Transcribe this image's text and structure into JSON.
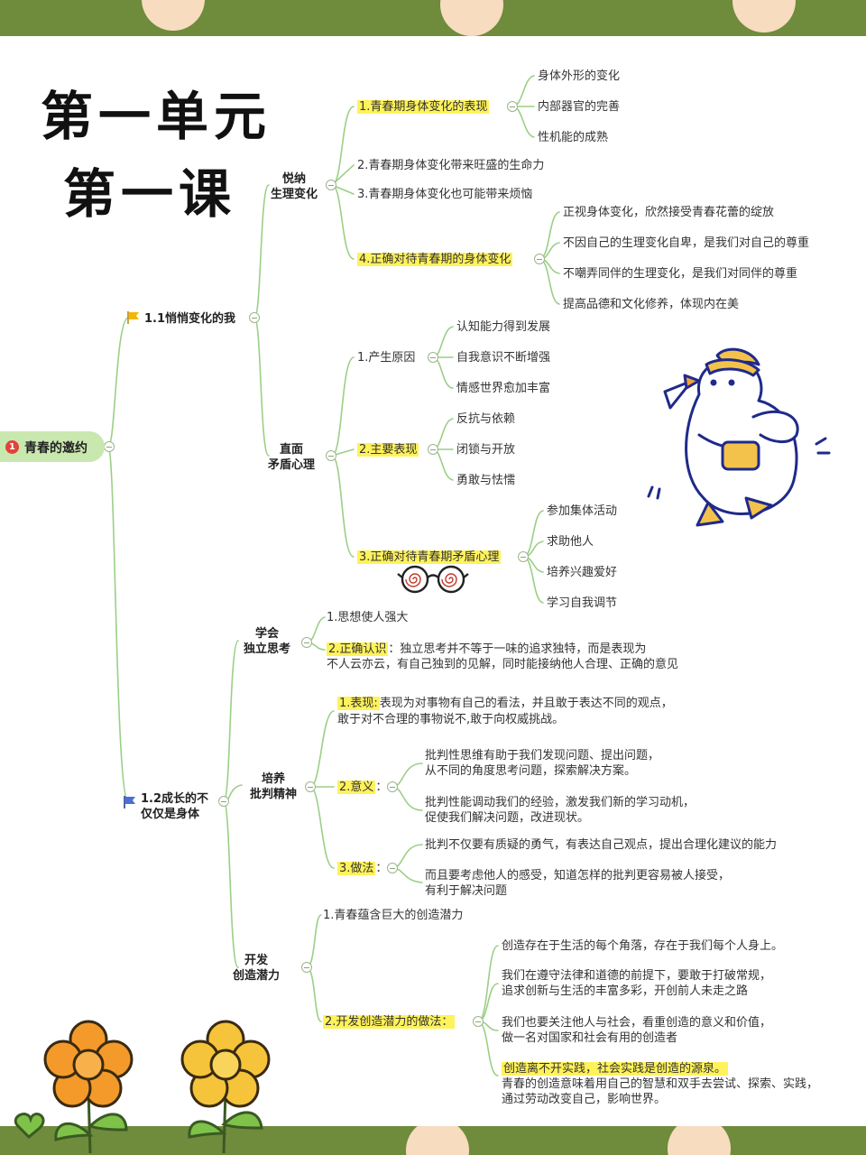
{
  "title": {
    "line1": "第一单元",
    "line2": "第一课"
  },
  "root": {
    "num": "1",
    "label": "青春的邀约"
  },
  "branch1": {
    "label": "1.1悄悄变化的我",
    "sub1": {
      "label_a": "悦纳",
      "label_b": "生理变化",
      "items": [
        {
          "label": "1.青春期身体变化的表现",
          "leaves": [
            "身体外形的变化",
            "内部器官的完善",
            "性机能的成熟"
          ]
        },
        {
          "label": "2.青春期身体变化带来旺盛的生命力"
        },
        {
          "label": "3.青春期身体变化也可能带来烦恼"
        },
        {
          "label": "4.正确对待青春期的身体变化",
          "leaves": [
            "正视身体变化，欣然接受青春花蕾的绽放",
            "不因自己的生理变化自卑，是我们对自己的尊重",
            "不嘲弄同伴的生理变化，是我们对同伴的尊重",
            "提高品德和文化修养，体现内在美"
          ]
        }
      ]
    },
    "sub2": {
      "label_a": "直面",
      "label_b": "矛盾心理",
      "items": [
        {
          "label": "1.产生原因",
          "leaves": [
            "认知能力得到发展",
            "自我意识不断增强",
            "情感世界愈加丰富"
          ]
        },
        {
          "label": "2.主要表现",
          "leaves": [
            "反抗与依赖",
            "闭锁与开放",
            "勇敢与怯懦"
          ]
        },
        {
          "label": "3.正确对待青春期矛盾心理",
          "leaves": [
            "参加集体活动",
            "求助他人",
            "培养兴趣爱好",
            "学习自我调节"
          ]
        }
      ]
    }
  },
  "branch2": {
    "label_a": "1.2成长的不",
    "label_b": "仅仅是身体",
    "sub1": {
      "label_a": "学会",
      "label_b": "独立思考",
      "item1": "1.思想使人强大",
      "item2_head": "2.正确认识",
      "item2_line1": "：独立思考并不等于一味的追求独特，而是表现为",
      "item2_line2": "不人云亦云，有自己独到的见解，同时能接纳他人合理、正确的意见"
    },
    "sub2": {
      "label_a": "培养",
      "label_b": "批判精神",
      "item1_head": "1.表现:",
      "item1_line1": "表现为对事物有自己的看法，并且敢于表达不同的观点，",
      "item1_line2": "敢于对不合理的事物说不,敢于向权威挑战。",
      "item2_head": "2.意义",
      "item2_tail": "：",
      "item2_leaves": [
        [
          "批判性思维有助于我们发现问题、提出问题，",
          "从不同的角度思考问题，探索解决方案。"
        ],
        [
          "批判性能调动我们的经验，激发我们新的学习动机，",
          "促使我们解决问题，改进现状。"
        ]
      ],
      "item3_head": "3.做法",
      "item3_tail": "：",
      "item3_leaves": [
        [
          "批判不仅要有质疑的勇气，有表达自己观点，提出合理化建议的能力"
        ],
        [
          "而且要考虑他人的感受，知道怎样的批判更容易被人接受，",
          "有利于解决问题"
        ]
      ]
    },
    "sub3": {
      "label_a": "开发",
      "label_b": "创造潜力",
      "item1": "1.青春蕴含巨大的创造潜力",
      "item2": "2.开发创造潜力的做法：",
      "leaves": [
        [
          "创造存在于生活的每个角落，存在于我们每个人身上。"
        ],
        [
          "我们在遵守法律和道德的前提下，要敢于打破常规，",
          "追求创新与生活的丰富多彩，开创前人未走之路"
        ],
        [
          "我们也要关注他人与社会，看重创造的意义和价值，",
          "做一名对国家和社会有用的创造者"
        ],
        [
          "创造离不开实践，社会实践是创造的源泉。",
          "青春的创造意味着用自己的智慧和双手去尝试、探索、实践，",
          "通过劳动改变自己，影响世界。"
        ]
      ]
    }
  },
  "colors": {
    "band": "#6f8b3c",
    "dot": "#f7dcc0",
    "line": "#9bcf86",
    "highlight": "#fff25a",
    "root_fill": "#c9e8b0",
    "flag_yellow": "#f2b705",
    "flag_blue": "#4a6fd8"
  },
  "icons": [
    "duck-sticker",
    "glasses-doodle",
    "orange-flower",
    "yellow-flower",
    "flag-icon"
  ]
}
